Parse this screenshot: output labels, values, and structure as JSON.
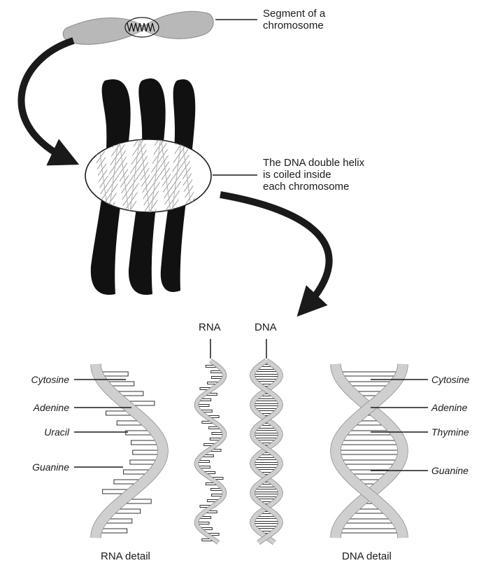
{
  "labels": {
    "chromosome_segment": [
      "Segment of a",
      "chromosome"
    ],
    "double_helix": [
      "The DNA double helix",
      "is coiled inside",
      "each chromosome"
    ],
    "rna_strand": "RNA",
    "dna_strand": "DNA",
    "rna_caption": "RNA detail",
    "dna_caption": "DNA detail"
  },
  "rna_detail_bases": [
    "Cytosine",
    "Adenine",
    "Uracil",
    "Guanine"
  ],
  "dna_detail_bases": [
    "Cytosine",
    "Adenine",
    "Thymine",
    "Guanine"
  ],
  "colors": {
    "ink": "#1a1a1a",
    "backbone_light": "#cfcfcf",
    "backbone_dark": "#8a8a8a",
    "chromosome_arm": "#b8b8b8"
  }
}
